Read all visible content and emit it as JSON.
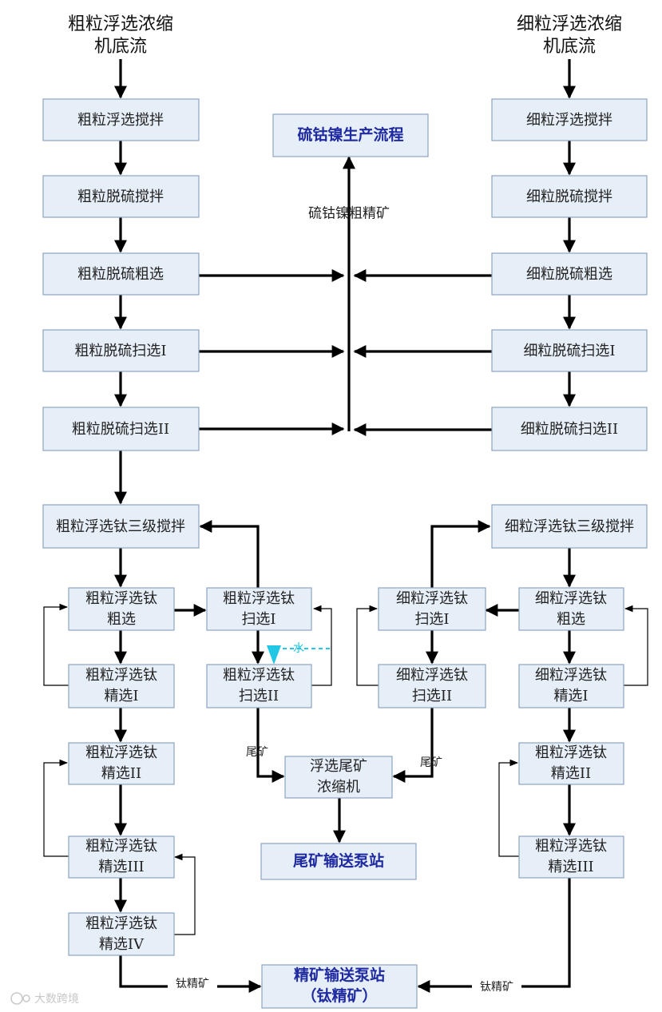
{
  "heads": {
    "coarse_underflow": [
      "粗粒浮选浓缩",
      "机底流"
    ],
    "fine_underflow": [
      "细粒浮选浓缩",
      "机底流"
    ]
  },
  "boxes": {
    "c_float_mix": [
      "粗粒浮选搅拌"
    ],
    "c_desulf_mix": [
      "粗粒脱硫搅拌"
    ],
    "c_desulf_rough": [
      "粗粒脱硫粗选"
    ],
    "c_desulf_scav1": [
      "粗粒脱硫扫选I"
    ],
    "c_desulf_scav2": [
      "粗粒脱硫扫选II"
    ],
    "sulfide_process": [
      "硫钴镍生产流程"
    ],
    "f_float_mix": [
      "细粒浮选搅拌"
    ],
    "f_desulf_mix": [
      "细粒脱硫搅拌"
    ],
    "f_desulf_rough": [
      "细粒脱硫粗选"
    ],
    "f_desulf_scav1": [
      "细粒脱硫扫选I"
    ],
    "f_desulf_scav2": [
      "细粒脱硫扫选II"
    ],
    "c_ti_mix3": [
      "粗粒浮选钛三级搅拌"
    ],
    "f_ti_mix3": [
      "细粒浮选钛三级搅拌"
    ],
    "c_ti_rough": [
      "粗粒浮选钛",
      "粗选"
    ],
    "c_ti_scav1": [
      "粗粒浮选钛",
      "扫选I"
    ],
    "c_ti_clean1": [
      "粗粒浮选钛",
      "精选I"
    ],
    "c_ti_scav2": [
      "粗粒浮选钛",
      "扫选II"
    ],
    "c_ti_clean2": [
      "粗粒浮选钛",
      "精选II"
    ],
    "c_ti_clean3": [
      "粗粒浮选钛",
      "精选III"
    ],
    "c_ti_clean4": [
      "粗粒浮选钛",
      "精选IV"
    ],
    "f_ti_scav1": [
      "细粒浮选钛",
      "扫选I"
    ],
    "f_ti_rough": [
      "细粒浮选钛",
      "粗选"
    ],
    "f_ti_scav2": [
      "细粒浮选钛",
      "扫选II"
    ],
    "f_ti_clean1": [
      "细粒浮选钛",
      "精选I"
    ],
    "f_ti_clean2": [
      "粗粒浮选钛",
      "精选II"
    ],
    "f_ti_clean3": [
      "粗粒浮选钛",
      "精选III"
    ],
    "tail_thickener": [
      "浮选尾矿",
      "浓缩机"
    ],
    "tail_pump": [
      "尾矿输送泵站"
    ],
    "conc_pump": [
      "精矿输送泵站",
      "（钛精矿）"
    ]
  },
  "labels": {
    "sulfide_rough_conc": "硫钴镍粗精矿",
    "water": "水",
    "tailings_left": "尾矿",
    "tailings_right": "尾矿",
    "ti_conc_left": "钛精矿",
    "ti_conc_right": "钛精矿"
  },
  "watermark": "大数跨境",
  "colors": {
    "box_fill": "#e6eef8",
    "box_border": "#8ea4c0",
    "highlight_text": "#1f2aa0",
    "water_line": "#22c7e6"
  }
}
